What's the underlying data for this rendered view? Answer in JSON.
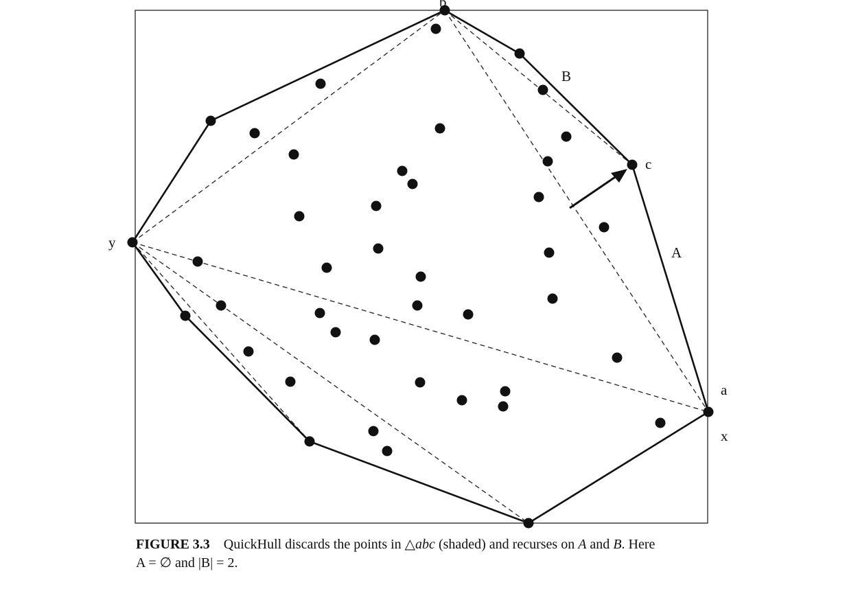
{
  "labels": {
    "b": "b",
    "c": "c",
    "a": "a",
    "x": "x",
    "y": "y",
    "A": "A",
    "B": "B"
  },
  "caption": {
    "figure_label": "FIGURE 3.3",
    "text_1": "QuickHull discards the points in △",
    "abc": "abc",
    "text_2": " (shaded) and recurses on ",
    "A": "A",
    "and": " and ",
    "B": "B",
    "text_3": ". Here",
    "line2": "A = ∅ and |B| = 2."
  }
}
